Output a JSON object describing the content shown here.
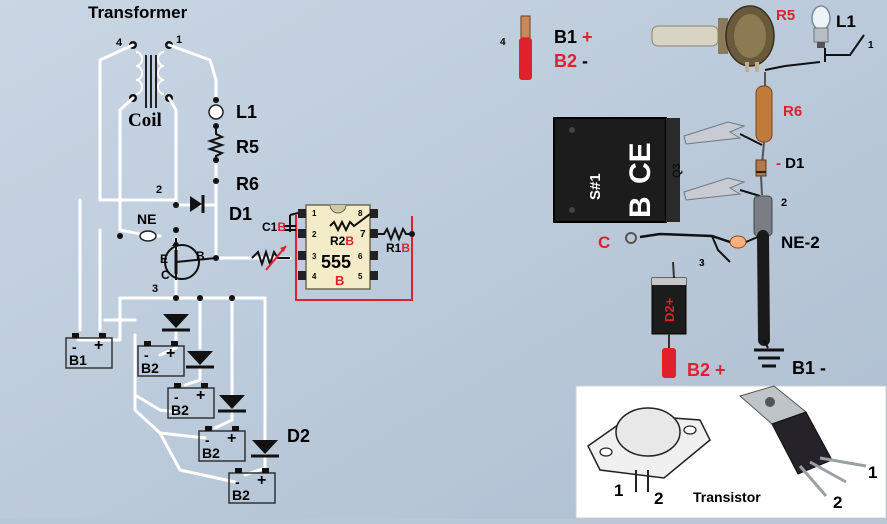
{
  "left": {
    "title": "Transformer",
    "pin_4": "4",
    "pin_1": "1",
    "coil": "Coil",
    "l1": "L1",
    "r5": "R5",
    "r6": "R6",
    "d1": "D1",
    "node_2": "2",
    "ne": "NE",
    "e": "E",
    "c": "C",
    "b": "B",
    "node_3": "3",
    "c1_prefix": "C1",
    "c1_suffix": "B",
    "r2_prefix": "R2",
    "r2_suffix": "B",
    "r1_prefix": "R1",
    "r1_suffix": "B",
    "ic_label": "555",
    "ic_sub": "B",
    "ic_pins": [
      "1",
      "2",
      "3",
      "4",
      "8",
      "7",
      "6",
      "5"
    ],
    "d2": "D2",
    "b1": "B1",
    "b2": "B2",
    "minus": "-",
    "plus": "+"
  },
  "right": {
    "pin_4": "4",
    "b1_plus": "B1",
    "plus_sign": "+",
    "b2_minus": "B2",
    "minus_sign": "-",
    "r5": "R5",
    "l1": "L1",
    "pin_1": "1",
    "r6": "R6",
    "s1": "S#1",
    "b": "B",
    "ce": "CE",
    "q3": "Q3",
    "d1": "D1",
    "node_2": "2",
    "c": "C",
    "node_3": "3",
    "ne2": "NE-2",
    "d2plus": "D2+",
    "b2_plus": "B2 +",
    "b1_minus": "B1 -"
  },
  "transistor_box": {
    "label": "Transistor",
    "pin1_left": "1",
    "pin2_left": "2",
    "pin1_right": "1",
    "pin2_right": "2"
  },
  "colors": {
    "background": "#b9c8d8",
    "wire": "#ffffff",
    "accent_red": "#e0202a",
    "ic_body": "#f4ecc8"
  }
}
